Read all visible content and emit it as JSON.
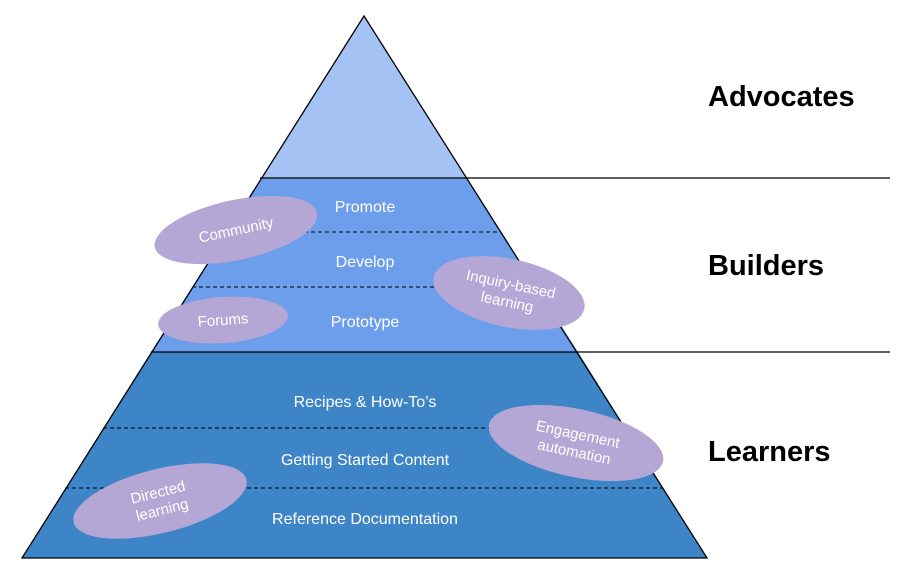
{
  "diagram": {
    "type": "pyramid",
    "colors": {
      "advocates_fill": "#a4c2f4",
      "builders_fill": "#6d9eeb",
      "learners_fill": "#3d85c6",
      "bubble_fill": "#b4a7d6",
      "outline": "#000000",
      "level_text": "#ffffff",
      "tier_text": "#000000"
    },
    "tiers": [
      {
        "name": "Advocates",
        "levels": []
      },
      {
        "name": "Builders",
        "levels": [
          "Promote",
          "Develop",
          "Prototype"
        ]
      },
      {
        "name": "Learners",
        "levels": [
          "Recipes & How-To’s",
          "Getting Started Content",
          "Reference Documentation"
        ]
      }
    ],
    "bubbles": [
      {
        "lines": [
          "Community"
        ]
      },
      {
        "lines": [
          "Forums"
        ]
      },
      {
        "lines": [
          "Inquiry-based",
          "learning"
        ]
      },
      {
        "lines": [
          "Engagement",
          "automation"
        ]
      },
      {
        "lines": [
          "Directed",
          "learning"
        ]
      }
    ]
  }
}
